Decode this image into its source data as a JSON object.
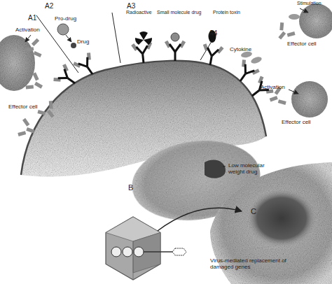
{
  "diagram": {
    "labels": [
      "A1",
      "A2",
      "A3",
      "A4",
      "Stimulation",
      "Pro-drug",
      "Radioactive",
      "Small molecule drug",
      "Protein toxin",
      "Activation",
      "Drug",
      "Cytokine",
      "Effector cell",
      "Effector cell",
      "Activation",
      "Effector cell",
      "Low molecular weight drug",
      "B",
      "C",
      "Virus-mediated replacement of damaged genes"
    ]
  }
}
